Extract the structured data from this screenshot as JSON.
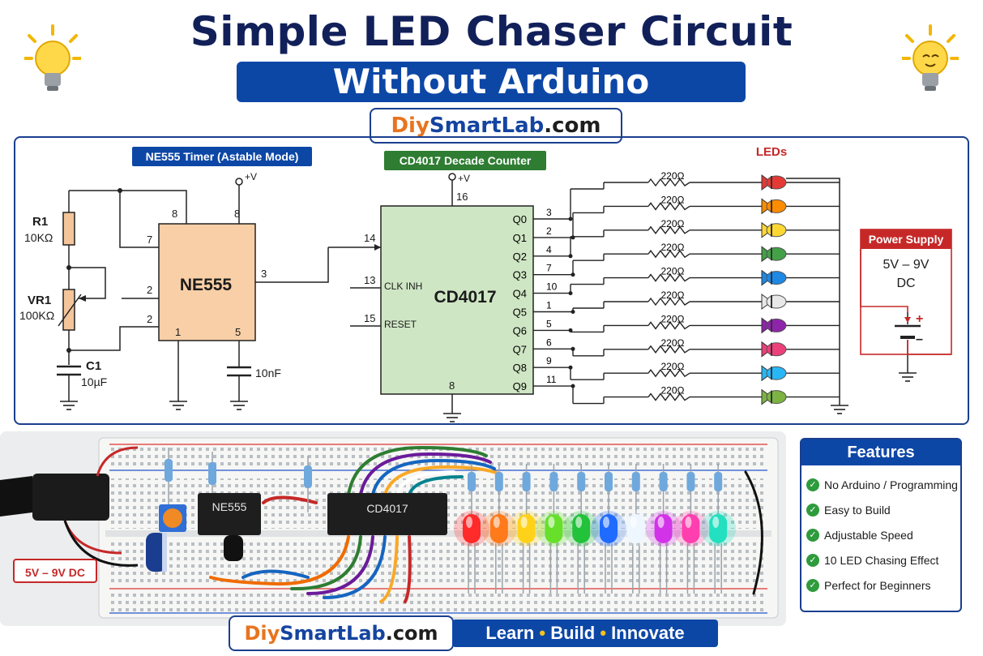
{
  "header": {
    "title_line1": "Simple LED Chaser Circuit",
    "title_line2": "Without Arduino",
    "brand_part1": "Diy",
    "brand_part2": "SmartLab",
    "brand_part3": ".com"
  },
  "schematic": {
    "ne555_caption": "NE555 Timer (Astable Mode)",
    "cd4017_caption": "CD4017 Decade Counter",
    "leds_caption": "LEDs",
    "ne555_label": "NE555",
    "cd4017_label": "CD4017",
    "vcc_label": "+V",
    "r1_name": "R1",
    "r1_value": "10KΩ",
    "vr1_name": "VR1",
    "vr1_value": "100KΩ",
    "c1_name": "C1",
    "c1_value": "10µF",
    "c2_value": "10nF",
    "ne555_pins": {
      "p8a": "8",
      "p8b": "8",
      "p7": "7",
      "p2a": "2",
      "p2b": "2",
      "p3": "3",
      "p1": "1",
      "p5": "5"
    },
    "cd4017_pins": {
      "p16": "16",
      "p14": "14",
      "p13": "13",
      "p15": "15",
      "p8": "8"
    },
    "clk_inh": "CLK INH",
    "reset": "RESET",
    "outputs": [
      {
        "q": "Q0",
        "pin": "3"
      },
      {
        "q": "Q1",
        "pin": "2"
      },
      {
        "q": "Q2",
        "pin": "4"
      },
      {
        "q": "Q3",
        "pin": "7"
      },
      {
        "q": "Q4",
        "pin": "10"
      },
      {
        "q": "Q5",
        "pin": "1"
      },
      {
        "q": "Q6",
        "pin": "5"
      },
      {
        "q": "Q7",
        "pin": "6"
      },
      {
        "q": "Q8",
        "pin": "9"
      },
      {
        "q": "Q9",
        "pin": "11"
      }
    ],
    "resistor_value": "220Ω",
    "led_colors": [
      "#e53935",
      "#fb8c00",
      "#fdd835",
      "#43a047",
      "#1e88e5",
      "#e8e8e8",
      "#8e24aa",
      "#ec407a",
      "#29b6f6",
      "#7cb342"
    ],
    "power_title": "Power Supply",
    "power_line1": "5V – 9V",
    "power_line2": "DC",
    "plus": "+",
    "minus": "–"
  },
  "photo": {
    "ne555_chip": "NE555",
    "cd4017_chip": "CD4017",
    "dc_label": "5V – 9V DC",
    "led_colors": [
      "#ff2a2a",
      "#ff7a1a",
      "#ffd21a",
      "#66e02a",
      "#22c23a",
      "#1f6bff",
      "#eef6ff",
      "#d233e8",
      "#ff3fb0",
      "#22e0c0"
    ]
  },
  "features": {
    "title": "Features",
    "items": [
      "No Arduino / Programming",
      "Easy to Build",
      "Adjustable Speed",
      "10 LED Chasing Effect",
      "Perfect for Beginners"
    ]
  },
  "footer": {
    "brand_part1": "Diy",
    "brand_part2": "SmartLab",
    "brand_part3": ".com",
    "tag1": "Learn",
    "tag2": "Build",
    "tag3": "Innovate",
    "sep": "•"
  }
}
